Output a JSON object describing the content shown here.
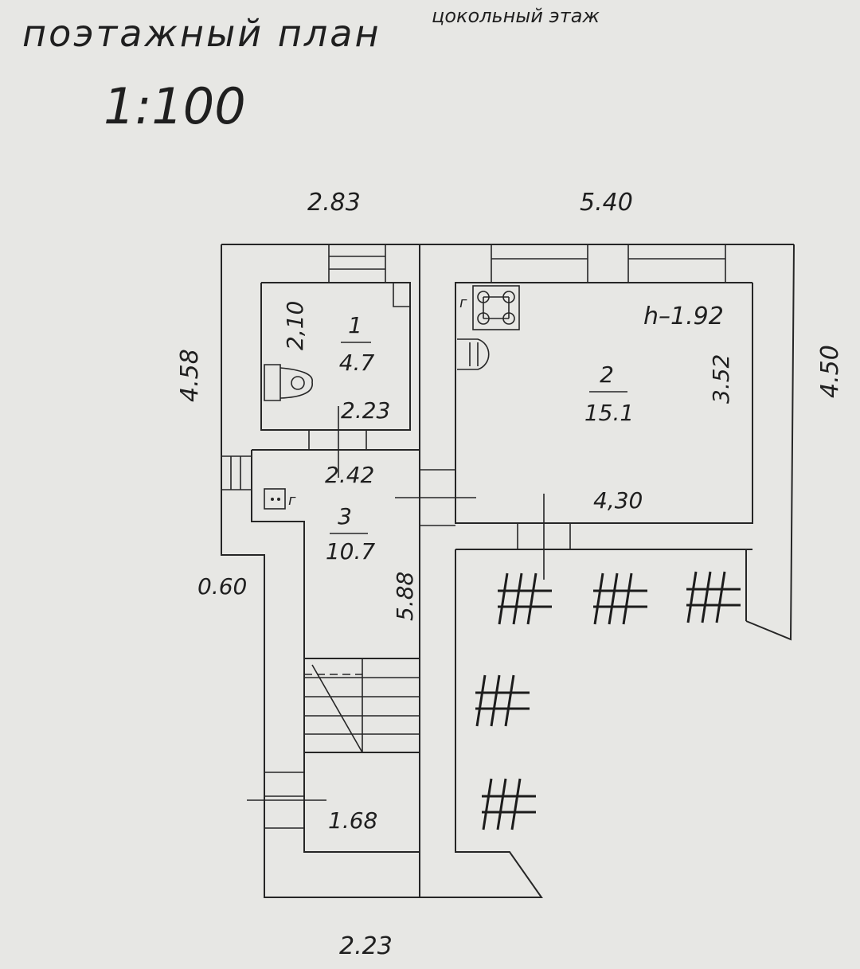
{
  "header": {
    "title": "поэтажный план",
    "floor": "цокольный этаж",
    "scale": "1:100"
  },
  "dimensions": {
    "top_left": "2.83",
    "top_right": "5.40",
    "left_upper": "4.58",
    "right_outer": "4.50",
    "room1_height": "2,10",
    "room1_width": "2.23",
    "corridor_width": "2.42",
    "room2_height": "3.52",
    "room2_width": "4,30",
    "left_lower": "0.60",
    "stair_length": "5.88",
    "entry_width": "1.68",
    "bottom": "2.23"
  },
  "rooms": [
    {
      "number": "1",
      "area": "4.7"
    },
    {
      "number": "2",
      "area": "15.1"
    },
    {
      "number": "3",
      "area": "10.7"
    }
  ],
  "annotations": {
    "ceiling_height": "h–1.92",
    "gas_mark_room2": "г",
    "gas_mark_room3": "г"
  }
}
